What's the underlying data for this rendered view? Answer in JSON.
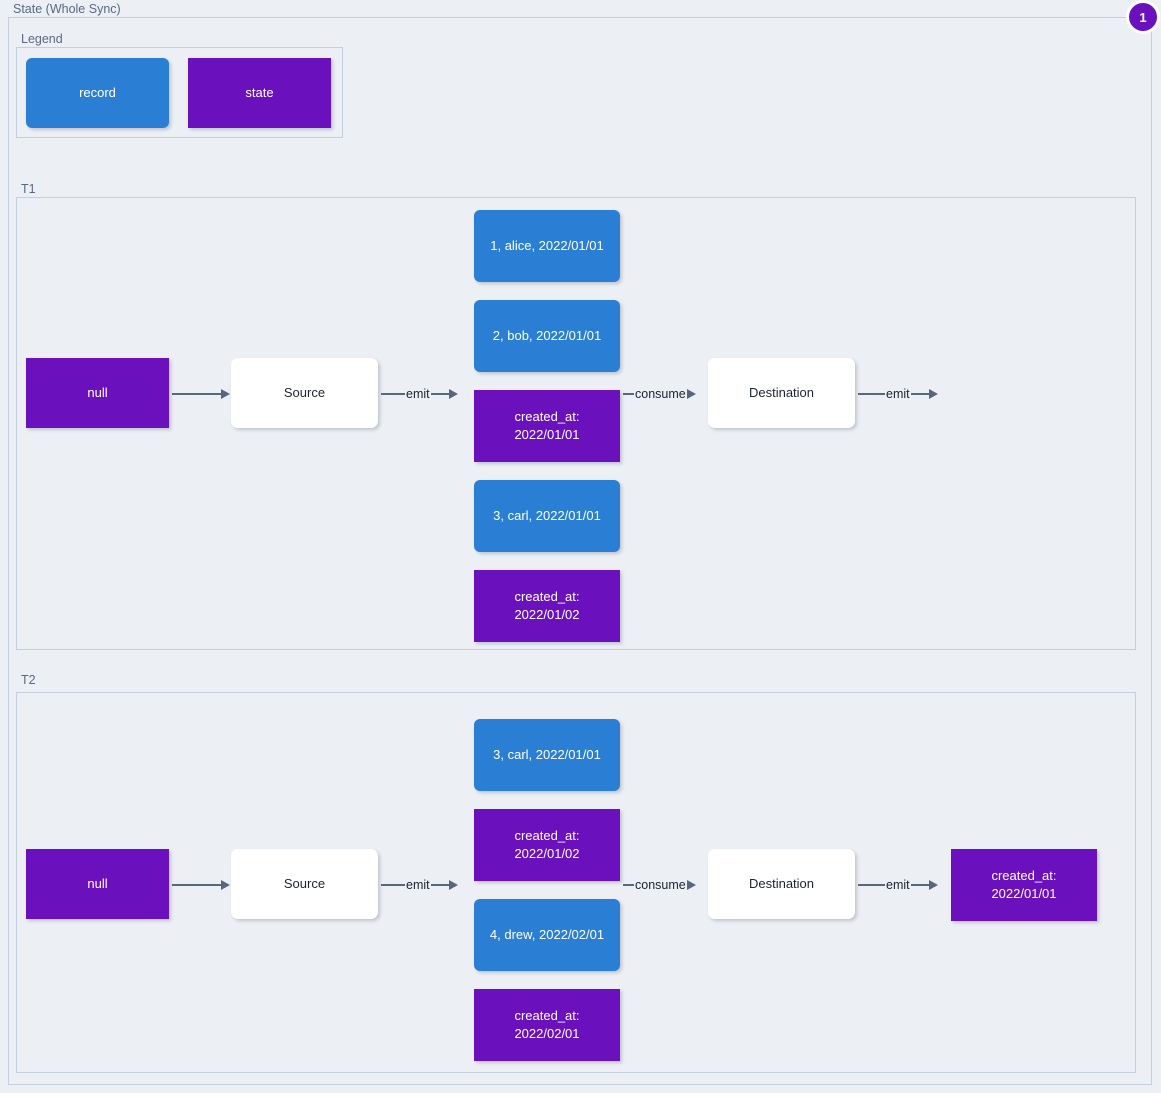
{
  "diagram": {
    "title": "State (Whole Sync)",
    "badge": "1",
    "colors": {
      "record": "#2a7fd4",
      "state": "#6a11bd",
      "plain": "#ffffff",
      "background": "#eceff4",
      "border": "#c3cede",
      "edge": "#58687c"
    }
  },
  "legend": {
    "label": "Legend",
    "items": [
      {
        "label": "record",
        "kind": "record"
      },
      {
        "label": "state",
        "kind": "state"
      }
    ]
  },
  "t1": {
    "label": "T1",
    "initial_state": "null",
    "source": "Source",
    "destination": "Destination",
    "edges": {
      "state_to_source": "",
      "source_emit": "emit",
      "consume": "consume",
      "destination_emit": "emit"
    },
    "stream": [
      {
        "kind": "record",
        "text": "1, alice, 2022/01/01"
      },
      {
        "kind": "record",
        "text": "2, bob, 2022/01/01"
      },
      {
        "kind": "state",
        "line1": "created_at:",
        "line2": "2022/01/01"
      },
      {
        "kind": "record",
        "text": "3, carl, 2022/01/01"
      },
      {
        "kind": "state",
        "line1": "created_at:",
        "line2": "2022/01/02"
      }
    ],
    "final_state": null
  },
  "t2": {
    "label": "T2",
    "initial_state": "null",
    "source": "Source",
    "destination": "Destination",
    "edges": {
      "state_to_source": "",
      "source_emit": "emit",
      "consume": "consume",
      "destination_emit": "emit"
    },
    "stream": [
      {
        "kind": "record",
        "text": "3, carl, 2022/01/01"
      },
      {
        "kind": "state",
        "line1": "created_at:",
        "line2": "2022/01/02"
      },
      {
        "kind": "record",
        "text": "4, drew, 2022/02/01"
      },
      {
        "kind": "state",
        "line1": "created_at:",
        "line2": "2022/02/01"
      }
    ],
    "final_state": {
      "line1": "created_at:",
      "line2": "2022/01/01"
    }
  }
}
